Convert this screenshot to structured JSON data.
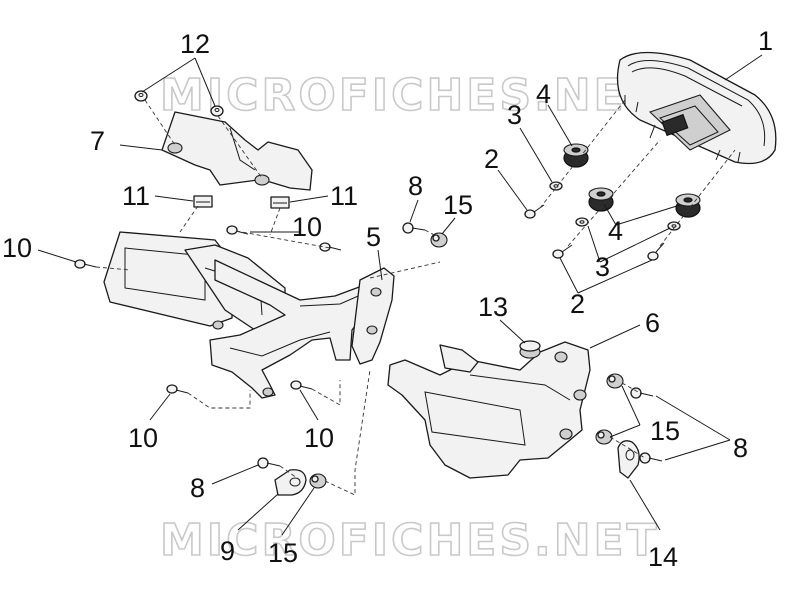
{
  "watermark_text": "MICROFICHES.NET",
  "callouts": [
    {
      "id": "c1",
      "label": "1"
    },
    {
      "id": "c2a",
      "label": "2"
    },
    {
      "id": "c2b",
      "label": "2"
    },
    {
      "id": "c3a",
      "label": "3"
    },
    {
      "id": "c3b",
      "label": "3"
    },
    {
      "id": "c4a",
      "label": "4"
    },
    {
      "id": "c4b",
      "label": "4"
    },
    {
      "id": "c5",
      "label": "5"
    },
    {
      "id": "c6",
      "label": "6"
    },
    {
      "id": "c7",
      "label": "7"
    },
    {
      "id": "c8a",
      "label": "8"
    },
    {
      "id": "c8b",
      "label": "8"
    },
    {
      "id": "c8c",
      "label": "8"
    },
    {
      "id": "c9",
      "label": "9"
    },
    {
      "id": "c10a",
      "label": "10"
    },
    {
      "id": "c10b",
      "label": "10"
    },
    {
      "id": "c10c",
      "label": "10"
    },
    {
      "id": "c10d",
      "label": "10"
    },
    {
      "id": "c11a",
      "label": "11"
    },
    {
      "id": "c11b",
      "label": "11"
    },
    {
      "id": "c12",
      "label": "12"
    },
    {
      "id": "c13",
      "label": "13"
    },
    {
      "id": "c14",
      "label": "14"
    },
    {
      "id": "c15a",
      "label": "15"
    },
    {
      "id": "c15b",
      "label": "15"
    },
    {
      "id": "c15c",
      "label": "15"
    }
  ]
}
